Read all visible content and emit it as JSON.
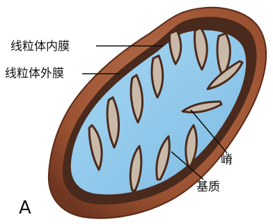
{
  "figure": {
    "panel_letter": "A",
    "labels": {
      "inner_membrane": "线粒体内膜",
      "outer_membrane": "线粒体外膜",
      "crista": "嵴",
      "matrix": "基质"
    },
    "colors": {
      "outer_membrane": "#a45a38",
      "outer_membrane_dark": "#6e3520",
      "inner_membrane_cut": "#c9b9a8",
      "matrix": "#8ec7ea",
      "intermembrane_dark": "#3a2218",
      "leader_line": "#111111"
    }
  }
}
